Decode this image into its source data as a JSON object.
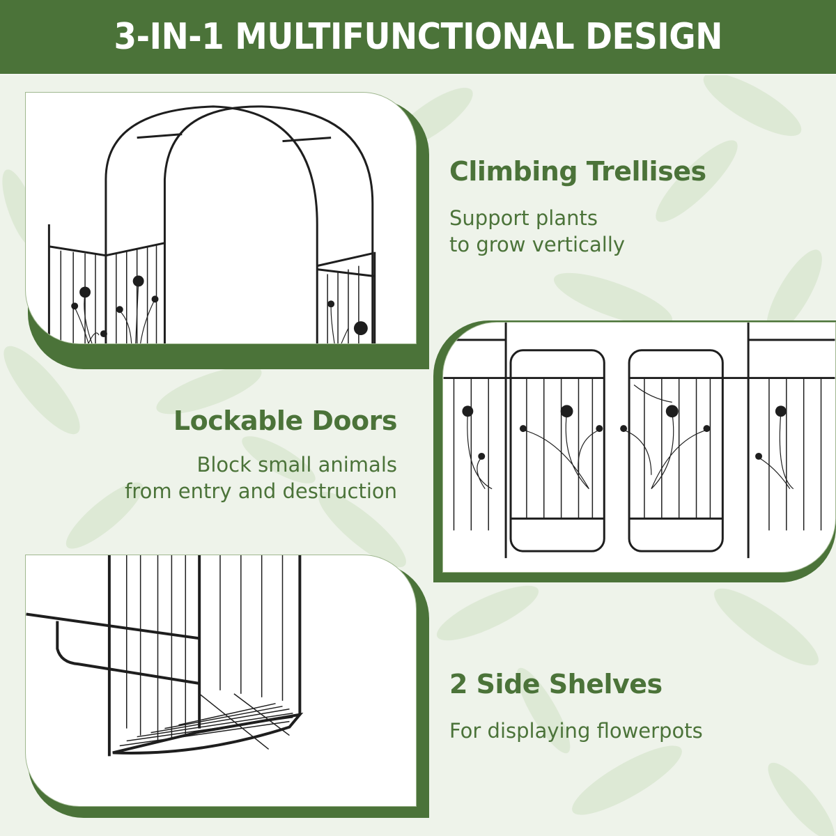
{
  "banner": {
    "title": "3-IN-1 MULTIFUNCTIONAL DESIGN",
    "background_color": "#4b7339",
    "text_color": "#ffffff"
  },
  "features": [
    {
      "title": "Climbing Trellises",
      "description_line1": "Support plants",
      "description_line2": "to grow vertically",
      "image": "arch-trellis-with-side-panels"
    },
    {
      "title": "Lockable Doors",
      "description_line1": "Block small animals",
      "description_line2": "from entry and destruction",
      "image": "double-gate-with-chain-lock"
    },
    {
      "title": "2 Side Shelves",
      "description_line1": "For displaying flowerpots",
      "image": "quarter-circle-wire-shelf"
    }
  ],
  "colors": {
    "accent": "#4b7339",
    "background": "#eef3ea",
    "card": "#ffffff",
    "metal": "#1e1e1e"
  }
}
